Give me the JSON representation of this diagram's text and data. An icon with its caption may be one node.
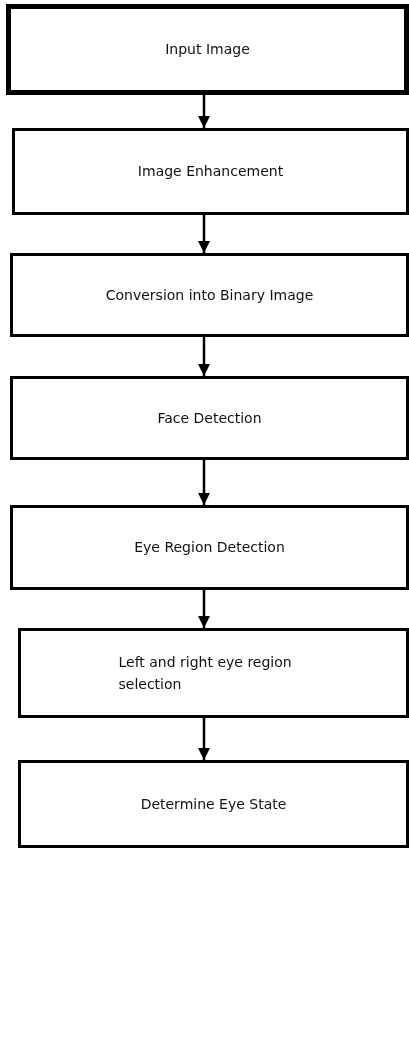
{
  "diagram": {
    "nodes": [
      {
        "text": [
          "Input Image"
        ]
      },
      {
        "text": [
          "Image Enhancement"
        ]
      },
      {
        "text": [
          "Conversion into Binary Image"
        ]
      },
      {
        "text": [
          "Face Detection"
        ]
      },
      {
        "text": [
          "Eye Region Detection"
        ]
      },
      {
        "text": [
          "Left and right eye region selection"
        ]
      },
      {
        "text": [
          "Determine Eye State"
        ]
      }
    ],
    "edges": [
      {
        "from": 0,
        "to": 1,
        "arrow": "to"
      },
      {
        "from": 1,
        "to": 2,
        "arrow": "to"
      },
      {
        "from": 2,
        "to": 3,
        "arrow": "to"
      },
      {
        "from": 3,
        "to": 4,
        "arrow": "to"
      },
      {
        "from": 4,
        "to": 5,
        "arrow": "to"
      },
      {
        "from": 5,
        "to": 6,
        "arrow": "to"
      }
    ]
  }
}
